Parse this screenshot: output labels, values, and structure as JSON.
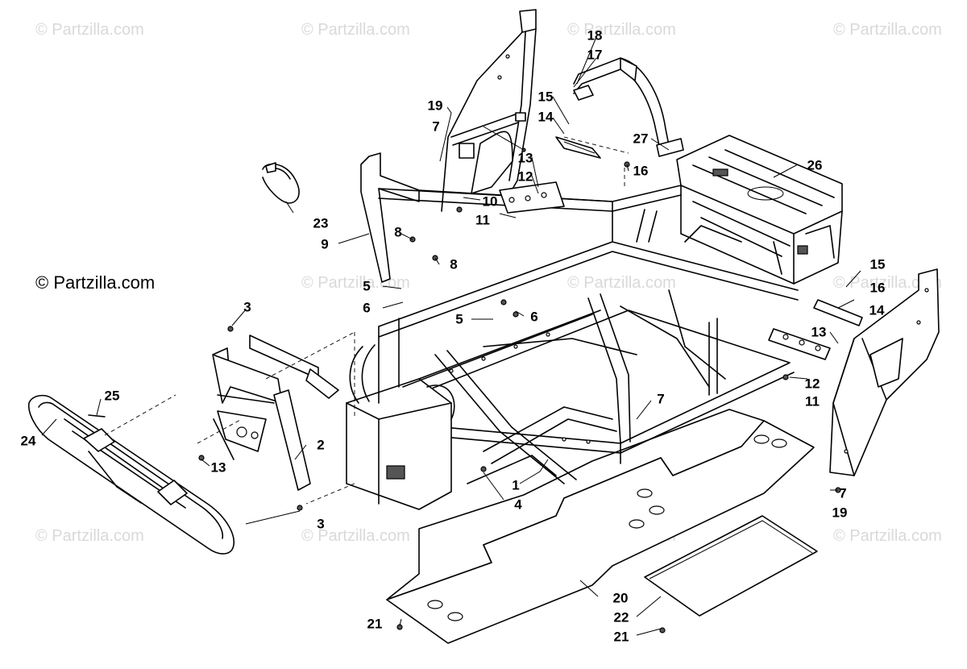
{
  "watermark": {
    "text": "© Partzilla.com",
    "credit_text": "© Partzilla.com"
  },
  "callouts": [
    {
      "id": "c1",
      "label": "1"
    },
    {
      "id": "c2",
      "label": "2"
    },
    {
      "id": "c3a",
      "label": "3"
    },
    {
      "id": "c3b",
      "label": "3"
    },
    {
      "id": "c4",
      "label": "4"
    },
    {
      "id": "c5a",
      "label": "5"
    },
    {
      "id": "c5b",
      "label": "5"
    },
    {
      "id": "c6a",
      "label": "6"
    },
    {
      "id": "c6b",
      "label": "6"
    },
    {
      "id": "c7a",
      "label": "7"
    },
    {
      "id": "c7b",
      "label": "7"
    },
    {
      "id": "c7c",
      "label": "7"
    },
    {
      "id": "c8a",
      "label": "8"
    },
    {
      "id": "c8b",
      "label": "8"
    },
    {
      "id": "c9",
      "label": "9"
    },
    {
      "id": "c10",
      "label": "10"
    },
    {
      "id": "c11a",
      "label": "11"
    },
    {
      "id": "c11b",
      "label": "11"
    },
    {
      "id": "c12a",
      "label": "12"
    },
    {
      "id": "c12b",
      "label": "12"
    },
    {
      "id": "c13a",
      "label": "13"
    },
    {
      "id": "c13b",
      "label": "13"
    },
    {
      "id": "c13c",
      "label": "13"
    },
    {
      "id": "c14a",
      "label": "14"
    },
    {
      "id": "c14b",
      "label": "14"
    },
    {
      "id": "c15a",
      "label": "15"
    },
    {
      "id": "c15b",
      "label": "15"
    },
    {
      "id": "c16a",
      "label": "16"
    },
    {
      "id": "c16b",
      "label": "16"
    },
    {
      "id": "c17",
      "label": "17"
    },
    {
      "id": "c18",
      "label": "18"
    },
    {
      "id": "c19a",
      "label": "19"
    },
    {
      "id": "c19b",
      "label": "19"
    },
    {
      "id": "c20",
      "label": "20"
    },
    {
      "id": "c21a",
      "label": "21"
    },
    {
      "id": "c21b",
      "label": "21"
    },
    {
      "id": "c22",
      "label": "22"
    },
    {
      "id": "c23",
      "label": "23"
    },
    {
      "id": "c24",
      "label": "24"
    },
    {
      "id": "c25",
      "label": "25"
    },
    {
      "id": "c26",
      "label": "26"
    },
    {
      "id": "c27",
      "label": "27"
    }
  ]
}
